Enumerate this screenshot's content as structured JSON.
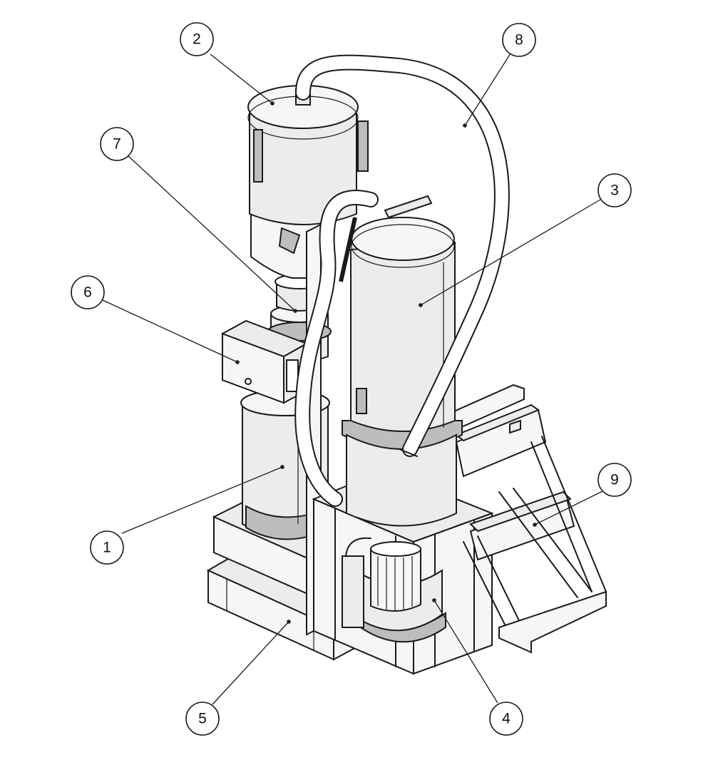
{
  "callouts": [
    {
      "id": "1",
      "label": "1"
    },
    {
      "id": "2",
      "label": "2"
    },
    {
      "id": "3",
      "label": "3"
    },
    {
      "id": "4",
      "label": "4"
    },
    {
      "id": "5",
      "label": "5"
    },
    {
      "id": "6",
      "label": "6"
    },
    {
      "id": "7",
      "label": "7"
    },
    {
      "id": "8",
      "label": "8"
    },
    {
      "id": "9",
      "label": "9"
    }
  ],
  "colors": {
    "line": "#1a1a1a",
    "fill_light": "#ececec",
    "fill_dark": "#bdbdbd",
    "background": "#ffffff"
  }
}
